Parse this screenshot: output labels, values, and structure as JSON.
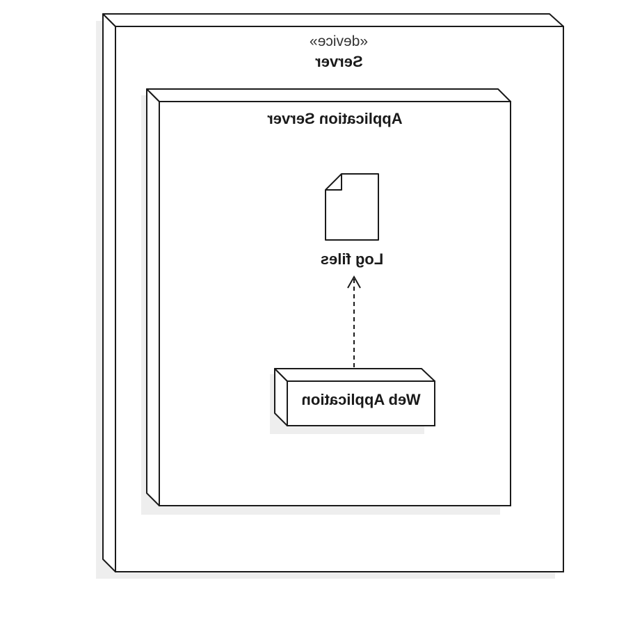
{
  "diagram": {
    "device_node": {
      "stereotype": "«device»",
      "name": "Server"
    },
    "app_server_node": {
      "name": "Application Server"
    },
    "artifact": {
      "name": "Log files",
      "icon": "document-icon"
    },
    "component_node": {
      "name": "Web Application"
    },
    "dependency": {
      "from": "Web Application",
      "to": "Log files",
      "style": "dashed-open-arrow"
    }
  },
  "colors": {
    "stroke": "#1a1a1a",
    "shadow": "#eeeeee",
    "fill": "#ffffff"
  }
}
